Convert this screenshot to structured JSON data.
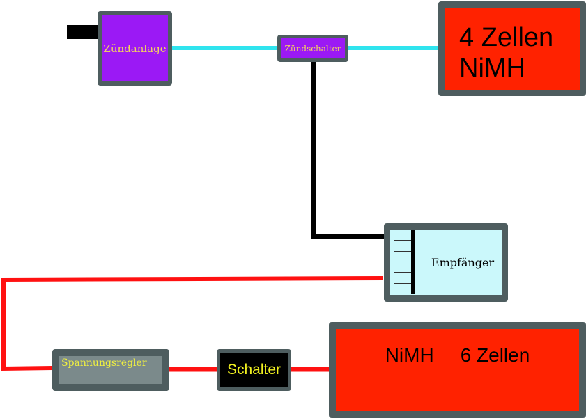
{
  "colors": {
    "frame": "#4e5d5f",
    "ignition_fill": "#9b19f5",
    "ignition_text": "#f4d35e",
    "battery_fill": "#ff2200",
    "battery_text": "#000000",
    "receiver_fill": "#cbf8fb",
    "regulator_fill": "#7b8a8b",
    "regulator_text": "#f0f040",
    "switch_fill": "#000000",
    "switch_text": "#f0f020",
    "wire_cyan": "#2fe4ee",
    "wire_black": "#000000",
    "wire_red": "#ff1111"
  },
  "components": {
    "zuendanlage": {
      "label": "Zündanlage"
    },
    "zuendschalter": {
      "label": "Zündschalter"
    },
    "battery_ignition": {
      "line1": "4 Zellen",
      "line2": "NiMH"
    },
    "empfaenger": {
      "label": "Empfänger"
    },
    "spannungsregler": {
      "label": "Spannungsregler"
    },
    "schalter": {
      "label": "Schalter"
    },
    "battery_receiver": {
      "label_a": "NiMH",
      "label_b": "6 Zellen"
    }
  }
}
